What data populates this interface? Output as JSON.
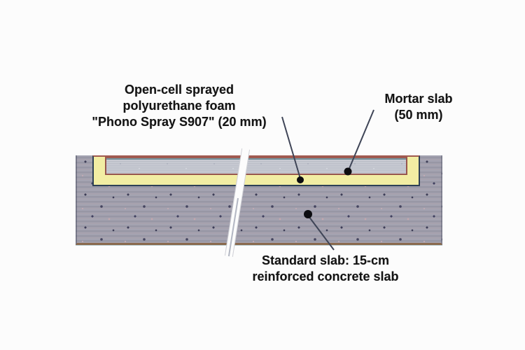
{
  "labels": {
    "foam": {
      "lines": [
        "Open-cell sprayed",
        "polyurethane foam",
        "\"Phono Spray S907\" (20 mm)"
      ]
    },
    "mortar": {
      "lines": [
        "Mortar slab",
        "(50 mm)"
      ]
    },
    "standard": {
      "lines": [
        "Standard slab: 15-cm",
        "reinforced concrete slab"
      ]
    }
  },
  "colors": {
    "background": "#fcfcfc",
    "concrete": "#9b9aa8",
    "mortar": "#bdc0ca",
    "foam": "#f2eda3",
    "outline": "#2e4055",
    "mortarOutline": "#96554d",
    "topline": "#a05a50",
    "tealline": "#3c6a74",
    "bottomline": "#8a6a4e",
    "leader": "#3f4557",
    "dot": "#0c0c10",
    "text": "#141414"
  }
}
